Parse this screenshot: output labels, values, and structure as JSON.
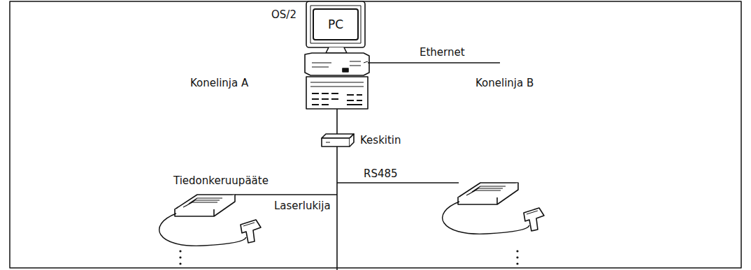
{
  "diagram": {
    "nodes": [
      {
        "text": [
          "PC"
        ]
      }
    ],
    "labels": [
      "OS/2",
      "Ethernet",
      "Konelinja A",
      "Konelinja B",
      "Keskitin",
      "Tiedonkeruupääte",
      "RS485",
      "Laserlukija"
    ]
  }
}
